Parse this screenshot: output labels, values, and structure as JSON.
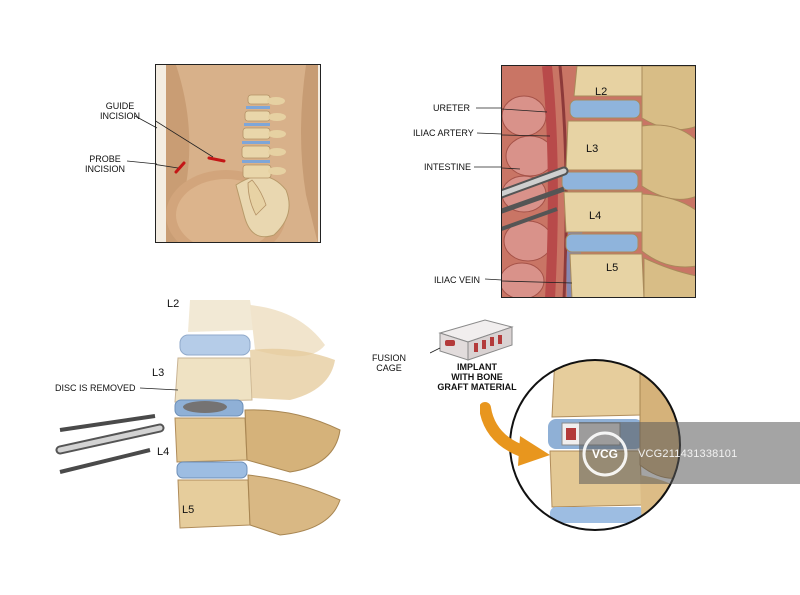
{
  "panels": {
    "incisions": {
      "labels": {
        "guide": "GUIDE\nINCISION",
        "probe": "PROBE\nINCISION"
      }
    },
    "approach": {
      "labels": {
        "ureter": "URETER",
        "iliac_artery": "ILIAC ARTERY",
        "intestine": "INTESTINE",
        "iliac_vein": "ILIAC VEIN"
      },
      "vertebrae": {
        "l2": "L2",
        "l3": "L3",
        "l4": "L4",
        "l5": "L5"
      }
    },
    "disc_removal": {
      "labels": {
        "disc_removed": "DISC IS REMOVED"
      },
      "vertebrae": {
        "l2": "L2",
        "l3": "L3",
        "l4": "L4",
        "l5": "L5"
      }
    },
    "implant": {
      "labels": {
        "fusion_cage": "FUSION\nCAGE",
        "implant": "IMPLANT\nWITH BONE\nGRAFT MATERIAL"
      }
    }
  },
  "watermark": {
    "logo_text": "VCG",
    "id_text": "VCG211431338101"
  },
  "colors": {
    "skin": "#d9b48d",
    "bone": "#e8d3a6",
    "disc": "#8fb4dc",
    "vessel_red": "#b84a4a",
    "arrow_orange": "#e8961e",
    "incision_red": "#c41616"
  }
}
